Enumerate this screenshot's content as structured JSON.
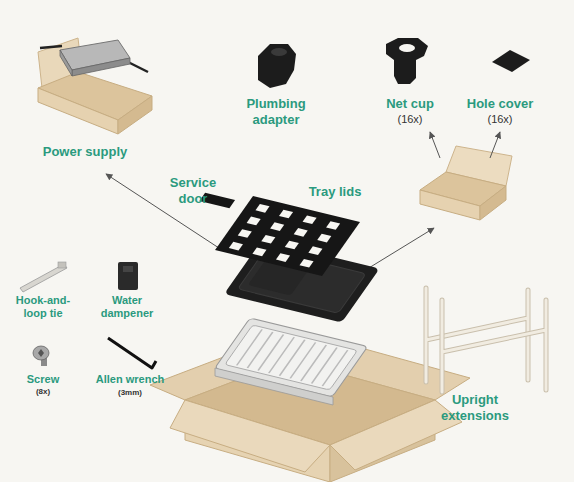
{
  "diagram": {
    "labels": [
      "Plumbing adapter",
      "Net cup",
      "(16x)",
      "Hole cover",
      "(16x)",
      "Power supply",
      "Service door",
      "Tray lids",
      "Hook-and-loop tie",
      "Water dampener",
      "Screw",
      "(8x)",
      "Allen wrench",
      "(3mm)",
      "Upright extensions"
    ]
  }
}
